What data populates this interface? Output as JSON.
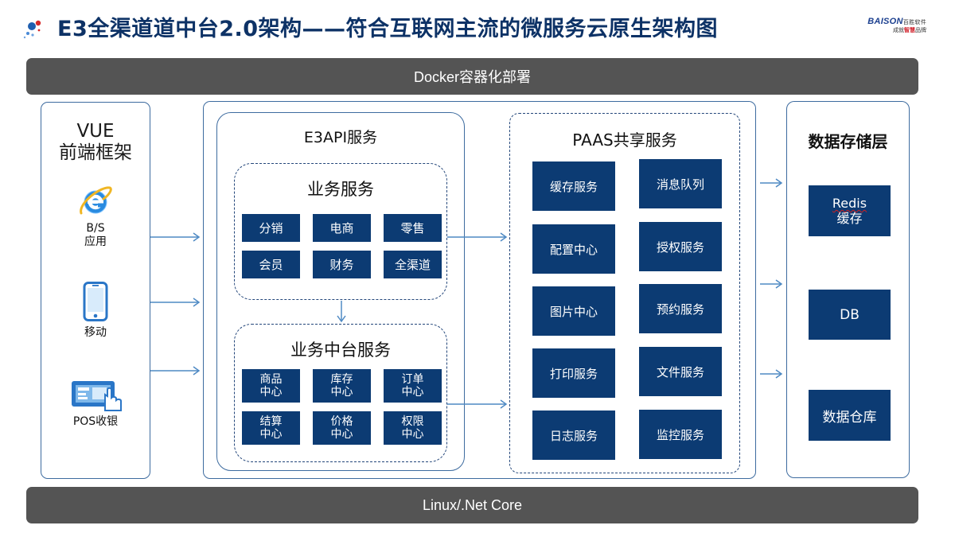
{
  "header": {
    "title": "E3全渠道道中台2.0架构——符合互联网主流的微服务云原生架构图",
    "logo_brand": "BAISON",
    "logo_brand_cn": "百胜软件",
    "logo_slogan_pre": "成就",
    "logo_slogan_red": "智慧",
    "logo_slogan_post": "品牌"
  },
  "bars": {
    "top": "Docker容器化部署",
    "bottom": "Linux/.Net Core"
  },
  "frontend": {
    "title_line1": "VUE",
    "title_line2": "前端框架",
    "clients": [
      {
        "label_line1": "B/S",
        "label_line2": "应用"
      },
      {
        "label_line1": "移动"
      },
      {
        "label_line1": "POS收银"
      }
    ]
  },
  "e3api": {
    "title": "E3API服务",
    "business": {
      "title": "业务服务",
      "items": [
        "分销",
        "电商",
        "零售",
        "会员",
        "财务",
        "全渠道"
      ]
    },
    "middle": {
      "title": "业务中台服务",
      "items": [
        {
          "l1": "商品",
          "l2": "中心"
        },
        {
          "l1": "库存",
          "l2": "中心"
        },
        {
          "l1": "订单",
          "l2": "中心"
        },
        {
          "l1": "结算",
          "l2": "中心"
        },
        {
          "l1": "价格",
          "l2": "中心"
        },
        {
          "l1": "权限",
          "l2": "中心"
        }
      ]
    }
  },
  "paas": {
    "title": "PAAS共享服务",
    "items": [
      "缓存服务",
      "消息队列",
      "配置中心",
      "授权服务",
      "图片中心",
      "预约服务",
      "打印服务",
      "文件服务",
      "日志服务",
      "监控服务"
    ]
  },
  "storage": {
    "title": "数据存储层",
    "redis_l1": "Redis",
    "redis_l2": "缓存",
    "db": "DB",
    "warehouse": "数据仓库"
  },
  "colors": {
    "navy_tile": "#0c3b73",
    "title_navy": "#0d3266",
    "bar_gray": "#545454",
    "arrow_blue": "#4f8ac4",
    "frame_blue": "#3d6b9f"
  }
}
